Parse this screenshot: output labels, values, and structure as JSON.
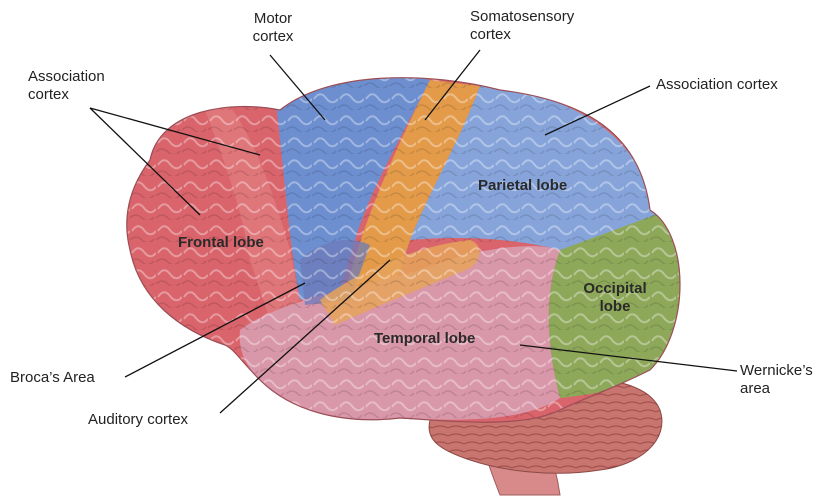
{
  "labels": {
    "motor_cortex": "Motor cortex",
    "somatosensory_cortex": "Somatosensory cortex",
    "association_cortex_left": "Association cortex",
    "association_cortex_right": "Association cortex",
    "brocas_area": "Broca’s Area",
    "auditory_cortex": "Auditory cortex",
    "wernickes_area": "Wernicke’s area"
  },
  "lobes": {
    "frontal": "Frontal lobe",
    "parietal": "Parietal lobe",
    "occipital": "Occipital lobe",
    "temporal": "Temporal lobe"
  },
  "colors": {
    "frontal": "#d9646b",
    "frontal_assoc": "#e07a7e",
    "motor": "#6d8fd0",
    "somatosensory": "#e39b4a",
    "parietal": "#86a4da",
    "occipital": "#8ea85a",
    "temporal": "#d997aa",
    "cerebellum": "#c8746f",
    "stem": "#d88a8a"
  }
}
